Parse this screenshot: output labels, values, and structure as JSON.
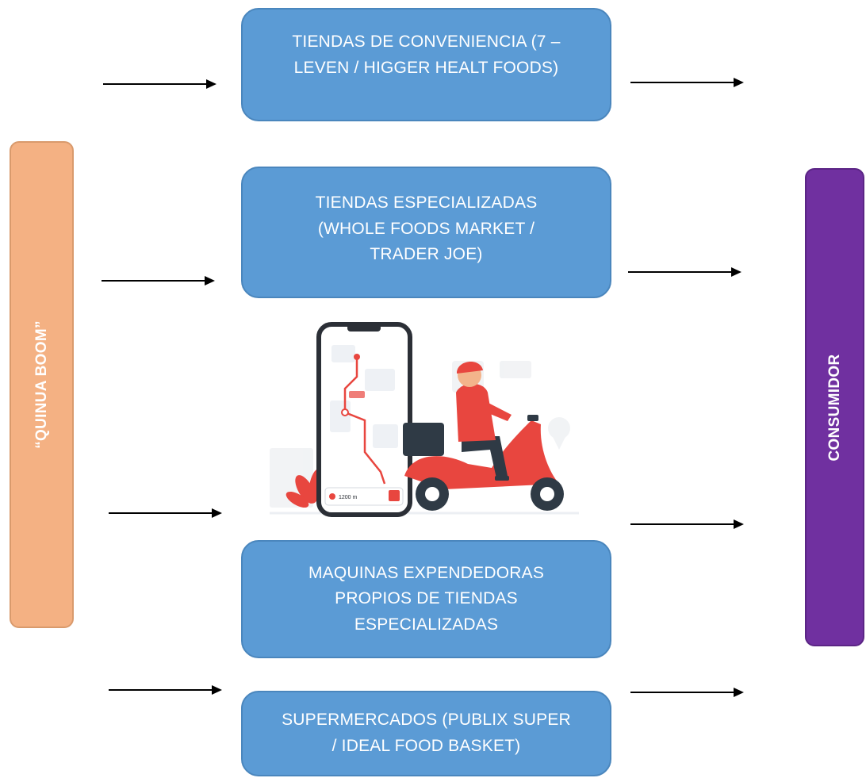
{
  "source": {
    "label": "“QUINUA BOOM”",
    "color": "#f4b183"
  },
  "consumer": {
    "label": "CONSUMIDOR",
    "color": "#7030a0"
  },
  "channel_color": "#5b9bd5",
  "channels": [
    {
      "lines": [
        "TIENDAS DE CONVENIENCIA (7 –",
        "LEVEN / HIGGER HEALT FOODS)"
      ]
    },
    {
      "lines": [
        "TIENDAS ESPECIALIZADAS",
        "(WHOLE FOODS MARKET /",
        "TRADER JOE)"
      ]
    },
    {
      "lines": [
        "MAQUINAS EXPENDEDORAS",
        "PROPIOS DE TIENDAS",
        "ESPECIALIZADAS"
      ]
    },
    {
      "lines": [
        "SUPERMERCADOS (PUBLIX SUPER",
        "/ IDEAL FOOD BASKET)"
      ]
    }
  ],
  "illustration": {
    "icon": "delivery-scooter-phone-illustration",
    "phone_distance_text": "1200 m"
  }
}
